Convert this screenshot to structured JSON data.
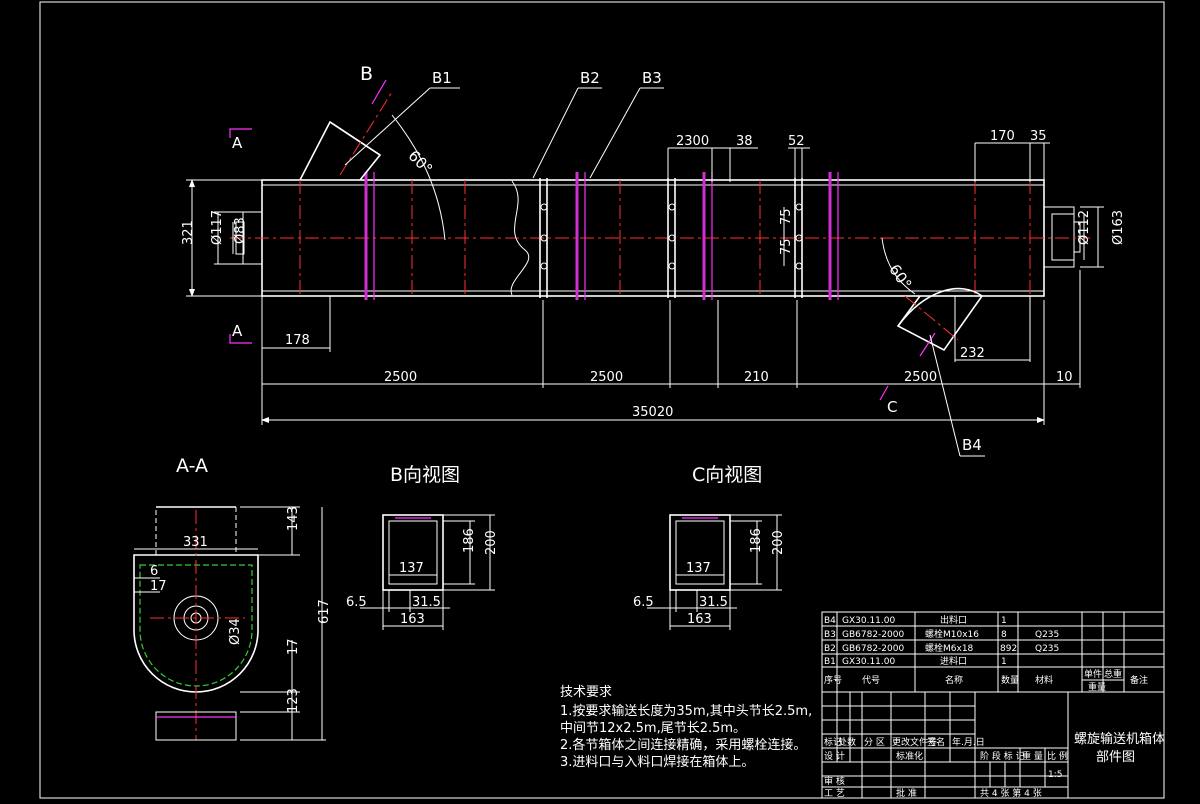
{
  "main_view": {
    "callouts": [
      "B1",
      "B2",
      "B3",
      "B4"
    ],
    "view_markers": {
      "b": "B",
      "c": "C",
      "a_top": "A",
      "a_bottom": "A"
    },
    "angles": [
      "60°",
      "60°"
    ],
    "dims": {
      "top_2300": "2300",
      "top_38": "38",
      "top_52": "52",
      "top_170": "170",
      "top_35": "35",
      "left_321": "321",
      "left_117": "Ø117",
      "left_83": "Ø83",
      "right_112": "Ø112",
      "right_163": "Ø163",
      "mid_75a": "75",
      "mid_75b": "75",
      "d_178": "178",
      "d_232": "232",
      "row_2500_a": "2500",
      "row_2500_b": "2500",
      "row_210": "210",
      "row_2500_c": "2500",
      "row_10": "10",
      "total": "35020"
    }
  },
  "section_aa": {
    "title": "A-A",
    "dims": {
      "w331": "331",
      "d6": "6",
      "d17a": "17",
      "d34": "Ø34",
      "h143": "143",
      "h617": "617",
      "d17b": "17",
      "h123": "123"
    }
  },
  "view_b": {
    "title": "B向视图",
    "dims": {
      "w137": "137",
      "h186": "186",
      "h200": "200",
      "d65": "6.5",
      "d315": "31.5",
      "w163": "163"
    }
  },
  "view_c": {
    "title": "C向视图",
    "dims": {
      "w137": "137",
      "h186": "186",
      "h200": "200",
      "d65": "6.5",
      "d315": "31.5",
      "w163": "163"
    }
  },
  "tech_requirements": {
    "title": "技术要求",
    "lines": [
      "1.按要求输送长度为35m,其中头节长2.5m,",
      "中间节12x2.5m,尾节长2.5m。",
      "2.各节箱体之间连接精确，采用螺栓连接。",
      "3.进料口与入料口焊接在箱体上。"
    ]
  },
  "parts_list": {
    "rows": [
      {
        "no": "B4",
        "code": "GX30.11.00",
        "name": "出料口",
        "qty": "1",
        "material": ""
      },
      {
        "no": "B3",
        "code": "GB6782-2000",
        "name": "螺栓M10x16",
        "qty": "8",
        "material": "Q235"
      },
      {
        "no": "B2",
        "code": "GB6782-2000",
        "name": "螺栓M6x18",
        "qty": "892",
        "material": "Q235"
      },
      {
        "no": "B1",
        "code": "GX30.11.00",
        "name": "进料口",
        "qty": "1",
        "material": ""
      }
    ],
    "header": {
      "no": "序号",
      "code": "代号",
      "name": "名称",
      "qty": "数量",
      "material": "材料",
      "unit_weight": "单件",
      "total_weight": "总重",
      "weight": "重量",
      "remark": "备注"
    }
  },
  "title_block": {
    "drawing_title_1": "螺旋输送机箱体",
    "drawing_title_2": "部件图",
    "scale": "1:5",
    "sheet_info": "共 4 张    第 4 张",
    "small_labels": [
      "标记",
      "处数",
      "分 区",
      "更改文件号",
      "签名",
      "年.月.日",
      "设 计",
      "标准化",
      "阶 段 标 记",
      "重 量",
      "比 例",
      "审 核",
      "工 艺",
      "批 准"
    ]
  }
}
